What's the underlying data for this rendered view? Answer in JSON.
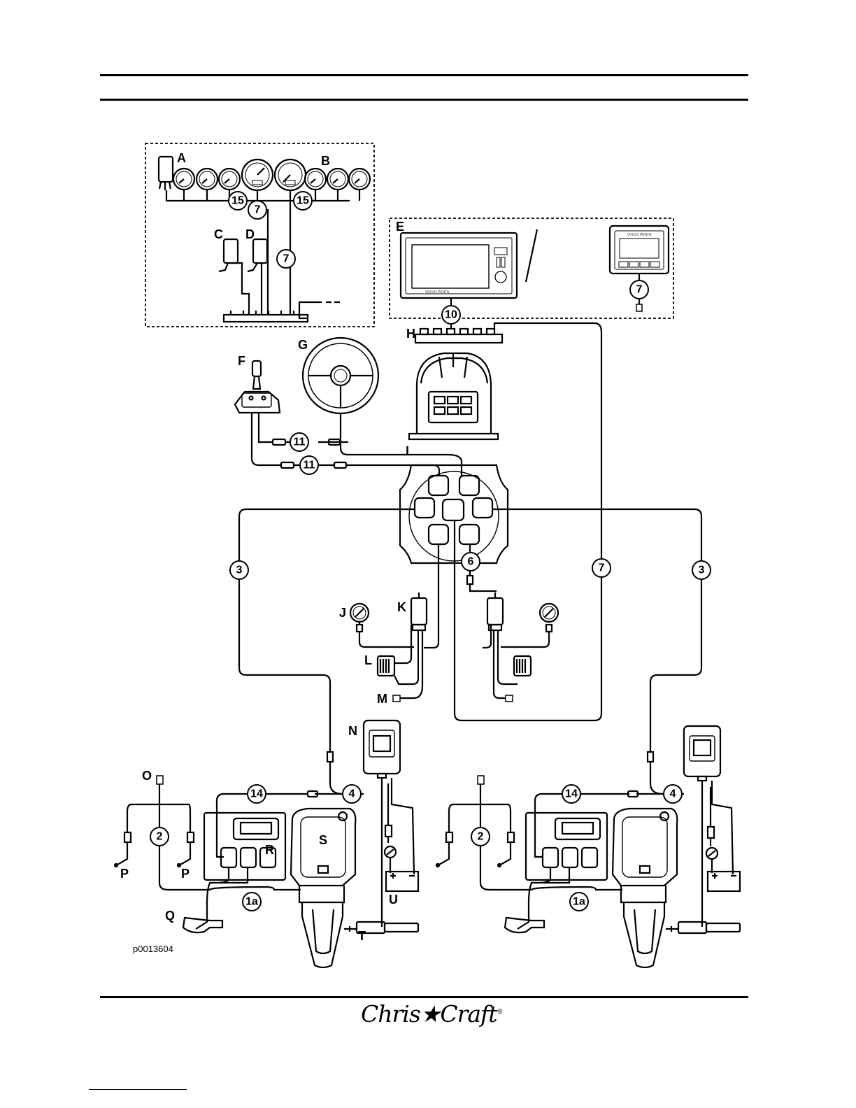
{
  "figure_id": "p0013604",
  "brand_logo": "Chris★Craft",
  "brand_registered": "®",
  "component_labels": {
    "A": "A",
    "B": "B",
    "C": "C",
    "D": "D",
    "E": "E",
    "F": "F",
    "G": "G",
    "H": "H",
    "I": "I",
    "J": "J",
    "K": "K",
    "L": "L",
    "M": "M",
    "N": "N",
    "O": "O",
    "P_left": "P",
    "P_right": "P",
    "Q": "Q",
    "R": "R",
    "S": "S",
    "T": "T",
    "U": "U"
  },
  "cable_numbers": {
    "c15_left": "15",
    "c7_top": "7",
    "c15_right": "15",
    "c7_mid": "7",
    "c10": "10",
    "c7_display": "7",
    "c11_top": "11",
    "c11_bottom": "11",
    "c3_left": "3",
    "c7_right": "7",
    "c3_right": "3",
    "c6": "6",
    "c14_left": "14",
    "c4_left": "4",
    "c2_left": "2",
    "c1a_left": "1a",
    "c14_right": "14",
    "c4_right": "4",
    "c2_right": "2",
    "c1a_right": "1a"
  },
  "colors": {
    "line": "#000000",
    "background": "#ffffff"
  }
}
